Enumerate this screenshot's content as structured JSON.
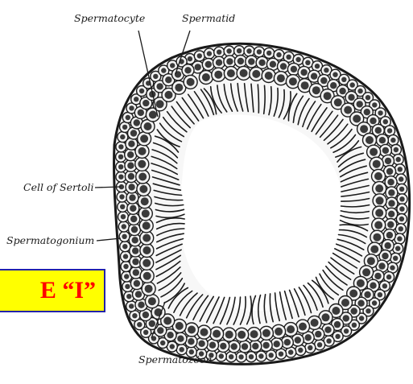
{
  "labels": {
    "spermatocyte": "Spermatocyte",
    "spermatid": "Spermatid",
    "cell_of_sertoli": "Cell of Sertoli",
    "spermatogonium": "Spermatogonium",
    "spermatozoon": "Spermatozöon"
  },
  "badge": {
    "text": "E “I”"
  },
  "colors": {
    "badge_fill": "#ffff00",
    "badge_text": "#ff0000",
    "badge_border": "#2222aa",
    "ink": "#1a1a1a",
    "cell_fill": "#f2f2f2",
    "nucleus": "#3a3a3a"
  }
}
